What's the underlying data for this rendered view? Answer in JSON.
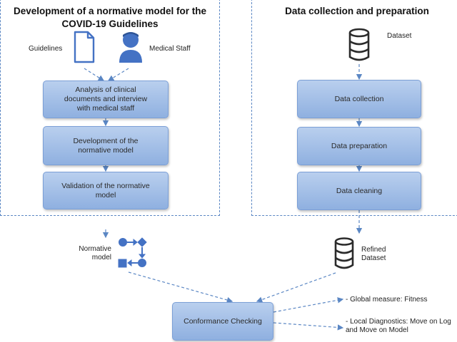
{
  "left_panel": {
    "title_line1": "Development of a normative model for the",
    "title_line2": "COVID-19 Guidelines",
    "guidelines_label": "Guidelines",
    "medical_staff_label": "Medical Staff",
    "steps": [
      {
        "line1": "Analysis of clinical",
        "line2": "documents and interview",
        "line3": "with medical staff"
      },
      {
        "line1": "Development of the",
        "line2": "normative model"
      },
      {
        "line1": "Validation of the normative",
        "line2": "model"
      }
    ]
  },
  "right_panel": {
    "title": "Data collection and preparation",
    "dataset_label": "Dataset",
    "steps": [
      "Data collection",
      "Data preparation",
      "Data cleaning"
    ]
  },
  "normative_model_label": {
    "line1": "Normative",
    "line2": "model"
  },
  "refined_dataset_label": {
    "line1": "Refined",
    "line2": "Dataset"
  },
  "conformance_box": "Conformance Checking",
  "outputs": {
    "global": "- Global measure: Fitness",
    "local_line1": "- Local Diagnostics: Move on Log",
    "local_line2": "and Move on Model"
  },
  "colors": {
    "panel_border": "#5b87c4",
    "box_fill": "#9fbbe6",
    "icon_blue": "#4472c4",
    "arrow": "#5b87c4"
  }
}
